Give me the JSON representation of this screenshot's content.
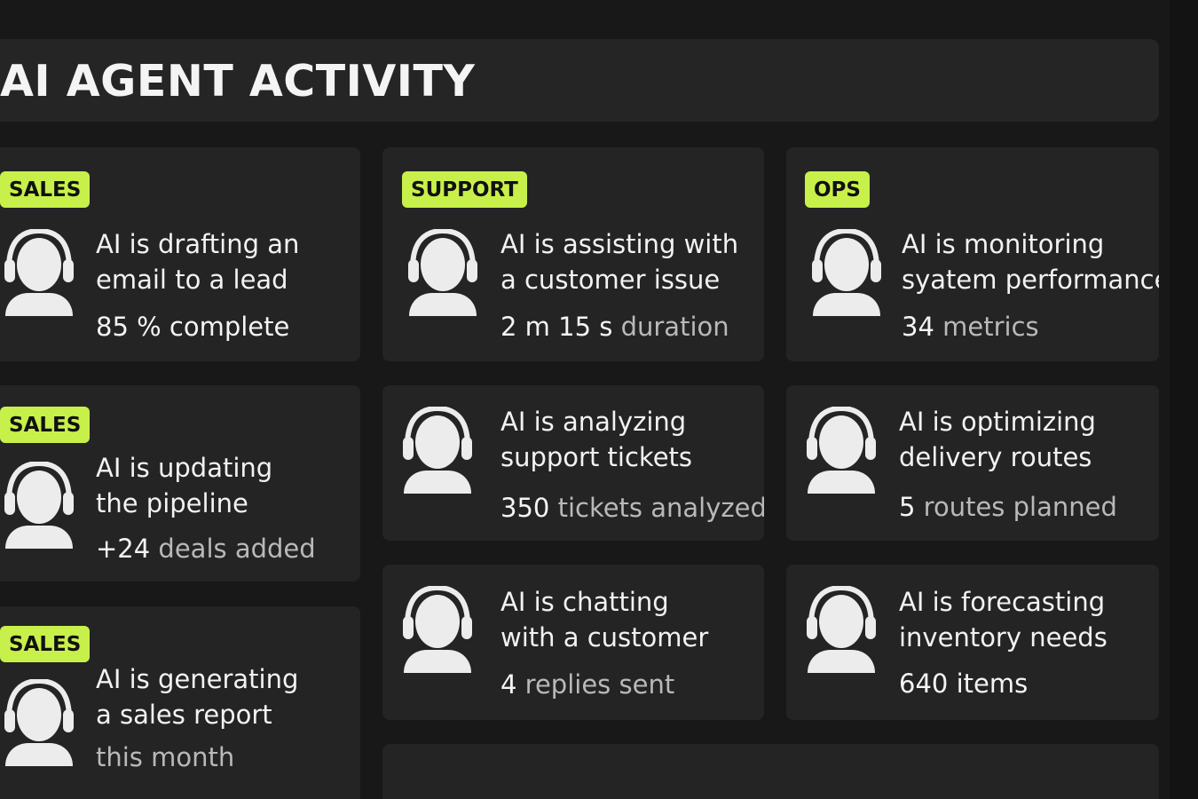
{
  "header": {
    "title": "AI AGENT ACTIVITY"
  },
  "cards": [
    {
      "badge": "SALES",
      "line1": "AI is drafting an",
      "line2": "email to a lead",
      "metric_value": "85 %",
      "metric_unit": "complete"
    },
    {
      "badge": "SUPPORT",
      "line1": "AI is assisting with",
      "line2": "a customer issue",
      "metric_value": "2 m 15 s",
      "metric_unit": "duration"
    },
    {
      "badge": "OPS",
      "line1": "AI is monitoring",
      "line2": "syatem performance",
      "metric_value": "34",
      "metric_unit": "metrics"
    },
    {
      "badge": "SALES",
      "line1": "AI is updating",
      "line2": "the pipeline",
      "metric_value": "+24",
      "metric_unit": "deals added"
    },
    {
      "line1": "AI is analyzing",
      "line2": "support tickets",
      "metric_value": "350",
      "metric_unit": "tickets analyzed"
    },
    {
      "line1": "AI is optimizing",
      "line2": "delivery routes",
      "metric_value": "5",
      "metric_unit": "routes planned"
    },
    {
      "badge": "SALES",
      "line1": "AI is generating",
      "line2": "a sales report",
      "metric_value": "",
      "metric_unit": "this month"
    },
    {
      "line1": "AI is chatting",
      "line2": "with a customer",
      "metric_value": "4",
      "metric_unit": "replies sent"
    },
    {
      "line1": "AI is forecasting",
      "line2": "inventory needs",
      "metric_value": "640",
      "metric_unit": "items"
    }
  ],
  "icons": {
    "agent": "headset-user-icon"
  },
  "colors": {
    "accent": "#c8f04a",
    "background": "#181818",
    "card": "#242424"
  }
}
